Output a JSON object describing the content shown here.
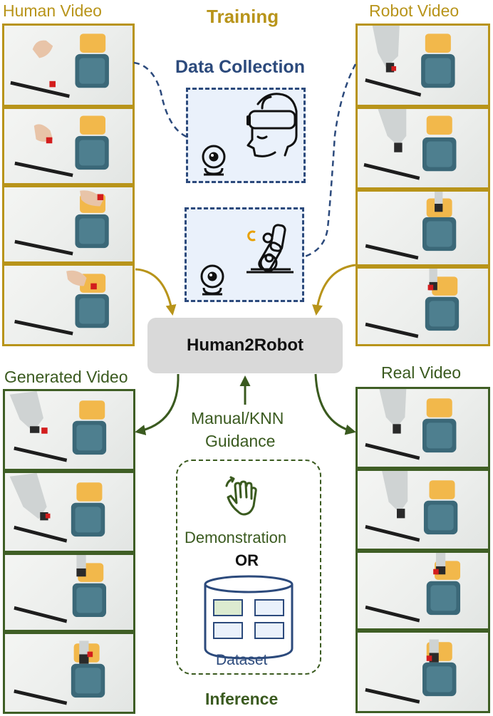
{
  "titles": {
    "training": "Training",
    "inference": "Inference",
    "data_collection": "Data Collection"
  },
  "columns": {
    "human_video": "Human Video",
    "robot_video": "Robot Video",
    "generated_video": "Generated Video",
    "real_video": "Real Video"
  },
  "center": {
    "model": "Human2Robot",
    "guidance_line1": "Manual/KNN",
    "guidance_line2": "Guidance",
    "demonstration": "Demonstration",
    "or": "OR",
    "dataset": "Dataset"
  },
  "colors": {
    "training_gold": "#b8941a",
    "inference_green": "#3a5a1f",
    "data_collection_navy": "#2c4a7c",
    "model_box_gray": "#d9d9d9"
  },
  "icons": {
    "vr_headset": "vr-headset-icon",
    "webcam": "webcam-icon",
    "robot_arm": "robot-arm-icon",
    "hand_wave": "hand-wave-icon",
    "database": "database-icon"
  }
}
